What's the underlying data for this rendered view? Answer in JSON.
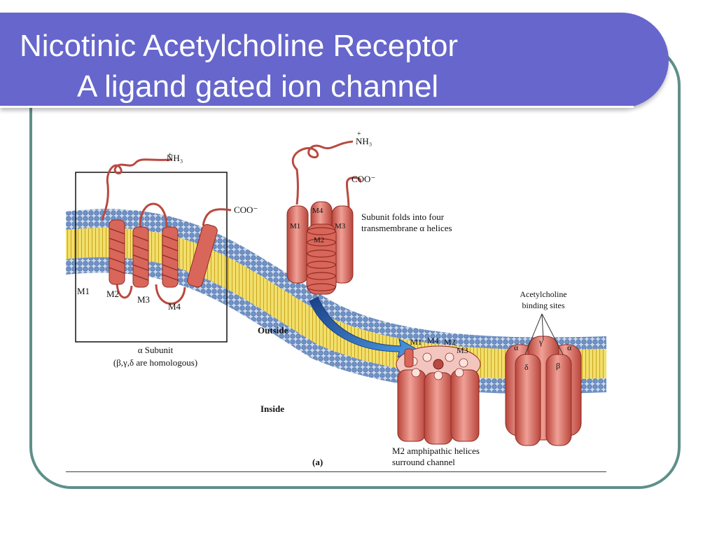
{
  "slide": {
    "title_line1": "Nicotinic Acetylcholine Receptor",
    "title_line2": "A ligand gated ion channel"
  },
  "figure": {
    "panel_a": {
      "nh3": "NH₃",
      "nh3_charge": "+",
      "coo": "COO⁻",
      "helices": [
        "M1",
        "M2",
        "M3",
        "M4"
      ],
      "caption_line1": "α Subunit",
      "caption_line2": "(β,γ,δ are homologous)"
    },
    "panel_b": {
      "nh3": "NH₃",
      "nh3_charge": "+",
      "coo": "COO⁻",
      "helices": [
        "M4",
        "M1",
        "M3",
        "M2"
      ],
      "note_line1": "Subunit folds into four",
      "note_line2": "transmembrane α helices"
    },
    "membrane": {
      "outside": "Outside",
      "inside": "Inside"
    },
    "assembly": {
      "labels": [
        "M1",
        "M4",
        "M2",
        "M3"
      ],
      "caption_line1": "M2 amphipathic helices",
      "caption_line2": "surround channel"
    },
    "receptor": {
      "binding_line1": "Acetylcholine",
      "binding_line2": "binding sites",
      "subunits": [
        "α",
        "γ",
        "α",
        "δ",
        "β"
      ]
    },
    "panel_label": "(a)",
    "colors": {
      "helix": "#d9665a",
      "lipid_head": "#6f93c8",
      "lipid_tail": "#e8cf45",
      "arrow": "#2e6fc0",
      "title_bg": "#6666cc",
      "frame": "#5f8f8a"
    }
  }
}
